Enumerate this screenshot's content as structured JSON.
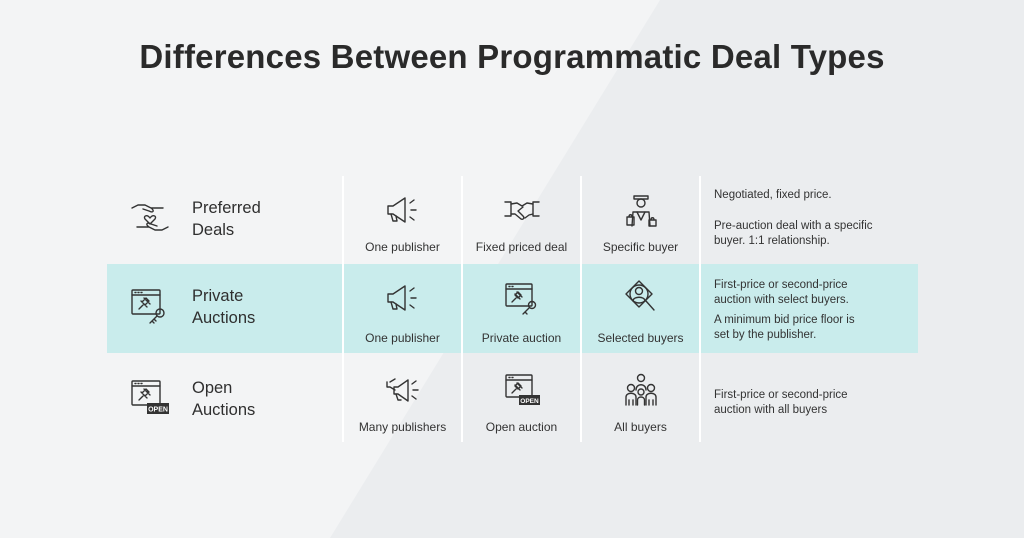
{
  "title": "Differences Between Programmatic Deal Types",
  "colors": {
    "highlight": "#c9ecec",
    "text": "#2b2b2b",
    "background": "#f3f4f5"
  },
  "rows": [
    {
      "name_line1": "Preferred",
      "name_line2": "Deals",
      "icon": "hands-heart-icon",
      "features": [
        {
          "label": "One publisher",
          "icon": "megaphone-icon"
        },
        {
          "label": "Fixed priced deal",
          "icon": "handshake-icon"
        },
        {
          "label": "Specific buyer",
          "icon": "buyer-with-bags-icon"
        }
      ],
      "desc1": "Negotiated, fixed price.",
      "desc2_line1": "Pre-auction deal with a specific",
      "desc2_line2": "buyer. 1:1 relationship."
    },
    {
      "name_line1": "Private",
      "name_line2": "Auctions",
      "icon": "browser-gavel-key-icon",
      "features": [
        {
          "label": "One publisher",
          "icon": "megaphone-icon"
        },
        {
          "label": "Private auction",
          "icon": "browser-gavel-key-icon"
        },
        {
          "label": "Selected buyers",
          "icon": "buyer-magnifier-icon"
        }
      ],
      "desc1_line1": "First-price or second-price",
      "desc1_line2": "auction with select buyers.",
      "desc2_line1": "A minimum bid price floor is",
      "desc2_line2": "set by the publisher."
    },
    {
      "name_line1": "Open",
      "name_line2": "Auctions",
      "icon": "browser-gavel-open-sign-icon",
      "features": [
        {
          "label": "Many publishers",
          "icon": "megaphones-icon"
        },
        {
          "label": "Open auction",
          "icon": "browser-gavel-open-sign-icon"
        },
        {
          "label": "All buyers",
          "icon": "group-of-people-icon"
        }
      ],
      "desc1_line1": "First-price or second-price",
      "desc1_line2": "auction with all buyers"
    }
  ],
  "open_sign_text": "OPEN"
}
